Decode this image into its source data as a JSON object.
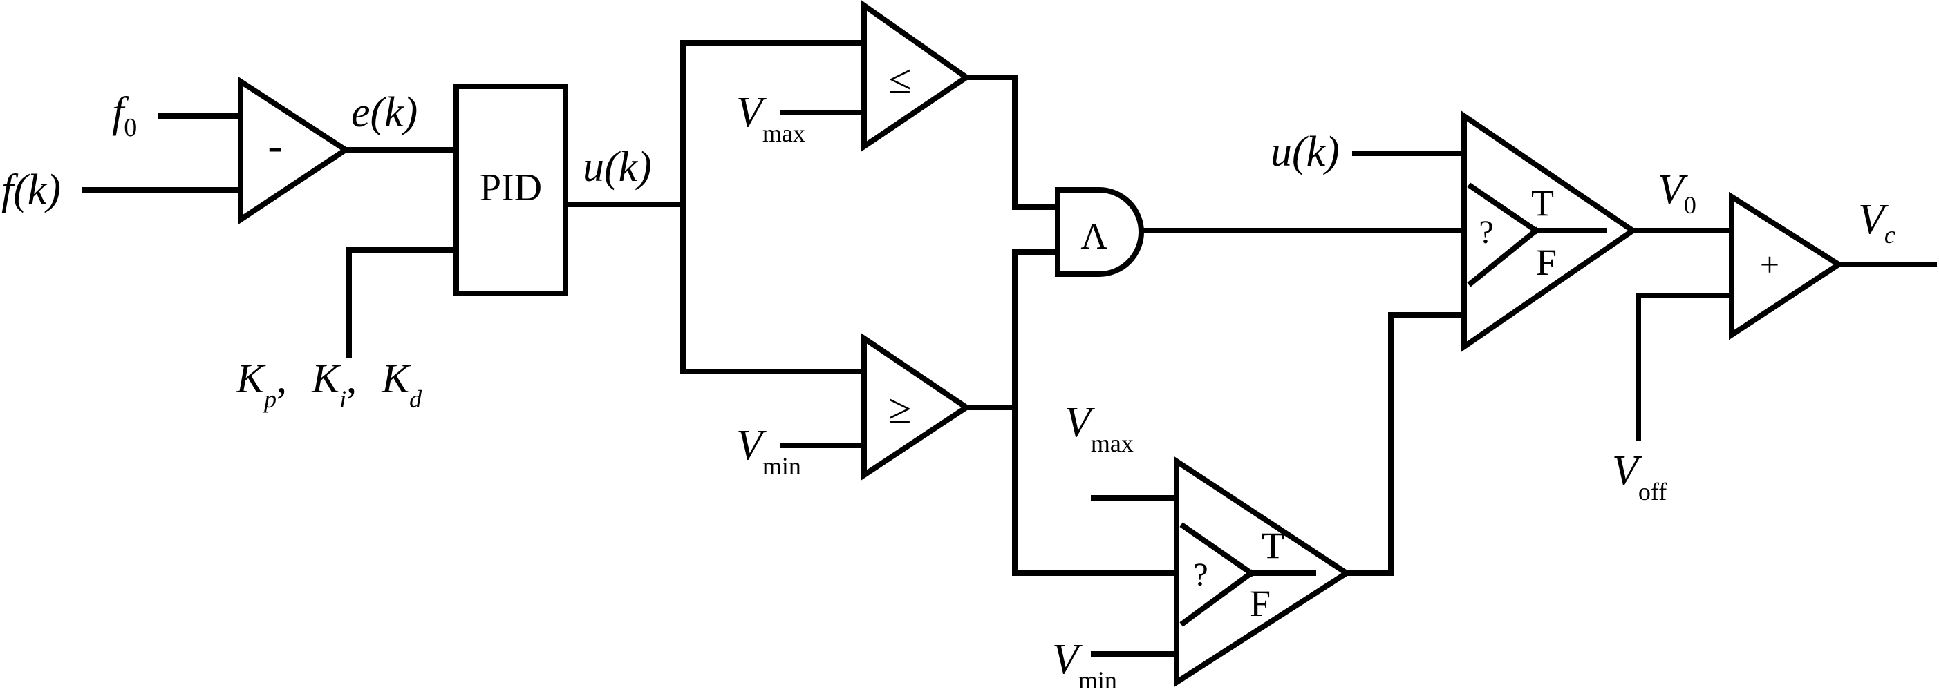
{
  "inputs": {
    "f0": {
      "main": "f",
      "sub": "0"
    },
    "fk": "f(k)",
    "ek": "e(k)",
    "uk_pid": "u(k)",
    "uk_right": "u(k)",
    "gains": {
      "kp": "K",
      "kp_sub": "p",
      "sep1": ",",
      "ki": "K",
      "ki_sub": "i",
      "sep2": ",",
      "kd": "K",
      "kd_sub": "d"
    },
    "vmax_top": {
      "main": "V",
      "sub": "max"
    },
    "vmin_mid": {
      "main": "V",
      "sub": "min"
    },
    "vmax_bottom": {
      "main": "V",
      "sub": "max"
    },
    "vmin_bottom": {
      "main": "V",
      "sub": "min"
    },
    "voff": {
      "main": "V",
      "sub": "off"
    }
  },
  "outputs": {
    "v0": {
      "main": "V",
      "sub": "0"
    },
    "vc": {
      "main": "V",
      "sub": "c"
    }
  },
  "blocks": {
    "subtract": "-",
    "pid": "PID",
    "leq": "≤",
    "geq": "≥",
    "and": "Λ",
    "add": "+",
    "select_bottom": {
      "cond": "?",
      "true": "T",
      "false": "F"
    },
    "select_top": {
      "cond": "?",
      "true": "T",
      "false": "F"
    }
  }
}
